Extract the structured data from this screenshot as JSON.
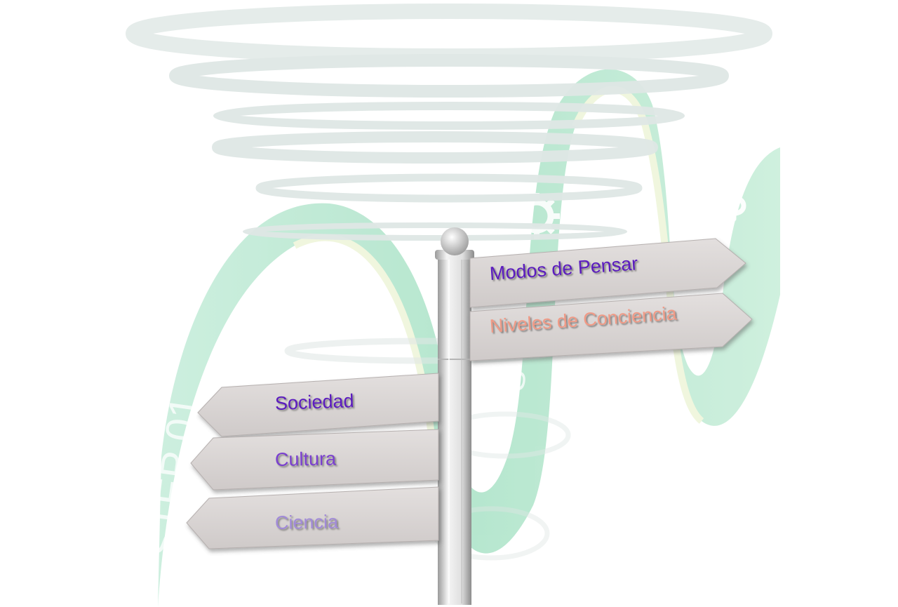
{
  "signs": {
    "modos": "Modos de Pensar",
    "niveles": "Niveles de Conciencia",
    "sociedad": "Sociedad",
    "cultura": "Cultura",
    "ciencia": "Ciencia"
  },
  "ribbon": {
    "step_left": "STEP 01",
    "step_right": "S"
  },
  "icons": {
    "arrow": "wavy-arrow-icon",
    "gear": "gear-icon",
    "dollar": "dollar-icon"
  },
  "colors": {
    "ribbon": "#bfe9d6",
    "ribbon_edge": "#e4f1cf",
    "sign_face": "#d9d5d4",
    "pole": "#e2e2e2",
    "text_purple": "#5b1bbf",
    "text_violet": "#7a3fcf",
    "text_lavender": "#a18ad8",
    "text_salmon": "#f09a86"
  }
}
